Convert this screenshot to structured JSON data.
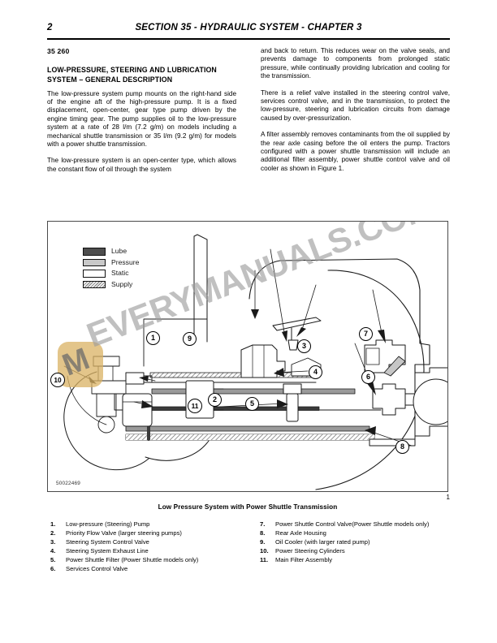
{
  "header": {
    "page_number": "2",
    "title": "SECTION 35 - HYDRAULIC SYSTEM - CHAPTER 3"
  },
  "left_column": {
    "section_number": "35 260",
    "heading": "LOW-PRESSURE, STEERING AND LUBRICATION SYSTEM – GENERAL DESCRIPTION",
    "paragraph_1": "The low-pressure system pump mounts on the right-hand side of the engine aft of the high-pressure pump. It is a fixed displacement, open-center, gear type pump driven by the engine timing gear. The pump supplies oil to the low-pressure system at a rate of 28 l/m (7.2 g/m) on models including a mechanical shuttle transmission or 35 l/m (9.2 g/m) for models with a power shuttle transmission.",
    "paragraph_2": "The low-pressure system is an open-center type, which allows the constant flow of oil through the system"
  },
  "right_column": {
    "paragraph_1": "and back to return. This reduces wear on the valve seals, and prevents damage to components from prolonged static pressure, while continually providing lubrication and cooling for the transmission.",
    "paragraph_2": "There is a relief valve installed in the steering control valve, services control valve, and in the transmission, to protect the low-pressure, steering and lubrication circuits from damage caused by over-pressurization.",
    "paragraph_3": "A filter assembly removes contaminants from the oil supplied by the rear axle casing before the oil enters the pump. Tractors configured with a power shuttle transmission will include an additional filter assembly, power shuttle control valve and oil cooler as shown in Figure 1."
  },
  "figure": {
    "drawing_id": "50022469",
    "figure_number": "1",
    "caption": "Low Pressure System with Power Shuttle Transmission",
    "watermark": "EVERYMANUALS.COM",
    "watermark_badge_glyph": "M",
    "legend": [
      {
        "label": "Lube",
        "swatch": "dark-gray",
        "color": "#4d4d4d"
      },
      {
        "label": "Pressure",
        "swatch": "light-gray",
        "color": "#c9c9c9"
      },
      {
        "label": "Static",
        "swatch": "white",
        "color": "#ffffff"
      },
      {
        "label": "Supply",
        "swatch": "hatched",
        "color": "#8e8e8e"
      }
    ],
    "callouts": [
      "1",
      "2",
      "3",
      "4",
      "5",
      "6",
      "7",
      "8",
      "9",
      "10",
      "11"
    ]
  },
  "parts_list": {
    "left": [
      {
        "num": "1.",
        "text": "Low-pressure (Steering) Pump"
      },
      {
        "num": "2.",
        "text": "Priority Flow Valve (larger steering pumps)"
      },
      {
        "num": "3.",
        "text": "Steering System Control Valve"
      },
      {
        "num": "4.",
        "text": "Steering System Exhaust Line"
      },
      {
        "num": "5.",
        "text": "Power Shuttle Filter (Power Shuttle models only)"
      },
      {
        "num": "6.",
        "text": "Services Control Valve"
      }
    ],
    "right": [
      {
        "num": "7.",
        "text": "Power Shuttle Control Valve(Power Shuttle models only)"
      },
      {
        "num": "8.",
        "text": "Rear Axle Housing"
      },
      {
        "num": "9.",
        "text": "Oil Cooler (with larger rated pump)"
      },
      {
        "num": "10.",
        "text": "Power Steering Cylinders"
      },
      {
        "num": "11.",
        "text": "Main Filter Assembly"
      }
    ]
  }
}
